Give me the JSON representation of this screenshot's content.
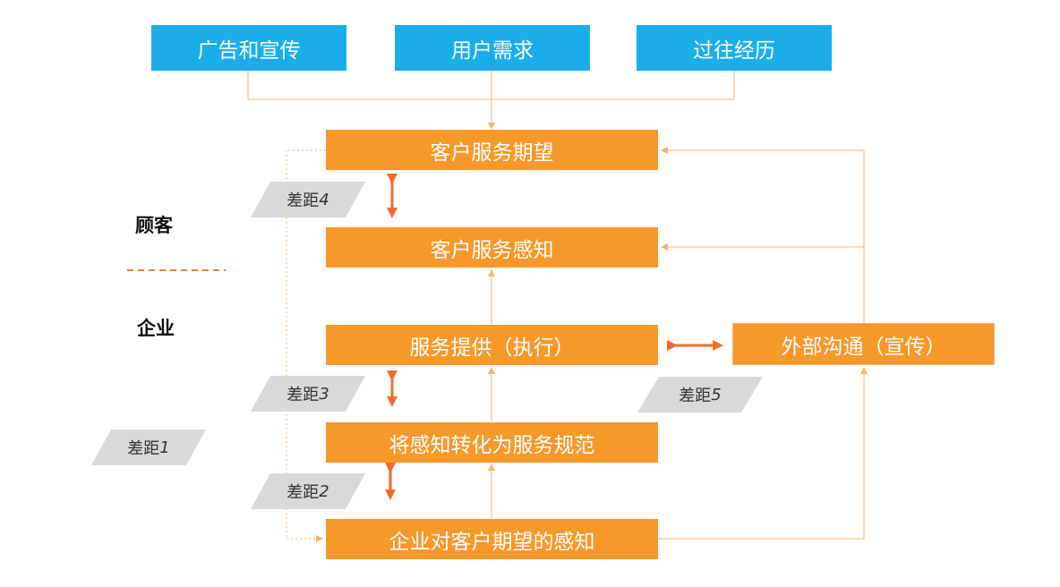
{
  "inputs": [
    {
      "label": "广告和宣传"
    },
    {
      "label": "用户需求"
    },
    {
      "label": "过往经历"
    }
  ],
  "nodes": {
    "expected_service": "客户服务期望",
    "perceived_service": "客户服务感知",
    "service_delivery": "服务提供（执行）",
    "service_specs": "将感知转化为服务规范",
    "management_perception": "企业对客户期望的感知",
    "external_comm": "外部沟通（宣传）"
  },
  "gaps": [
    {
      "prefix": "差距",
      "number": "1"
    },
    {
      "prefix": "差距",
      "number": "2"
    },
    {
      "prefix": "差距",
      "number": "3"
    },
    {
      "prefix": "差距",
      "number": "4"
    },
    {
      "prefix": "差距",
      "number": "5"
    }
  ],
  "sides": {
    "customer": "顾客",
    "company": "企业"
  },
  "colors": {
    "input_box": "#1badea",
    "process_box": "#f7982a",
    "connector": "#f7b56c",
    "gap_arrow": "#f26b2d",
    "gap_label_bg": "#d9d9d9",
    "divider": "#f07f3c"
  }
}
